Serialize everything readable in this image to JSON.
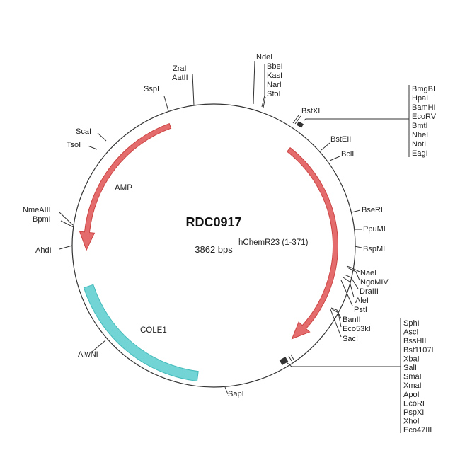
{
  "title": "RDC0917",
  "size": "3862 bps",
  "features": {
    "amp": {
      "label": "AMP",
      "color": "#e46c6c"
    },
    "insert": {
      "label": "hChemR23 (1-371)",
      "color": "#e46c6c"
    },
    "ori": {
      "label": "COLE1",
      "color": "#72d4d4"
    }
  },
  "sites": {
    "ndei": "NdeI",
    "bbei": "BbeI",
    "kasi": "KasI",
    "nari": "NarI",
    "sfoi": "SfoI",
    "bstxi": "BstXI",
    "bsteii": "BstEII",
    "bcli": "BclI",
    "bseri": "BseRI",
    "ppumi": "PpuMI",
    "bspmi": "BspMI",
    "naei": "NaeI",
    "ngomiv": "NgoMIV",
    "draiii": "DraIII",
    "alei": "AleI",
    "psti": "PstI",
    "banii": "BanII",
    "eco53ki": "Eco53kI",
    "saci": "SacI",
    "sapi": "SapI",
    "alwni": "AlwNI",
    "ahdi": "AhdI",
    "nmeaiii": "NmeAIII",
    "bpmi": "BpmI",
    "tsoi": "TsoI",
    "scai": "ScaI",
    "sspi": "SspI",
    "zrai": "ZraI",
    "aatii": "AatII"
  },
  "mcs1": [
    "BmgBI",
    "HpaI",
    "BamHI",
    "EcoRV",
    "BmtI",
    "NheI",
    "NotI",
    "EagI"
  ],
  "mcs2": [
    "SphI",
    "AscI",
    "BssHII",
    "Bst1107I",
    "XbaI",
    "SalI",
    "SmaI",
    "XmaI",
    "ApoI",
    "EcoRI",
    "PspXI",
    "XhoI",
    "Eco47III"
  ]
}
